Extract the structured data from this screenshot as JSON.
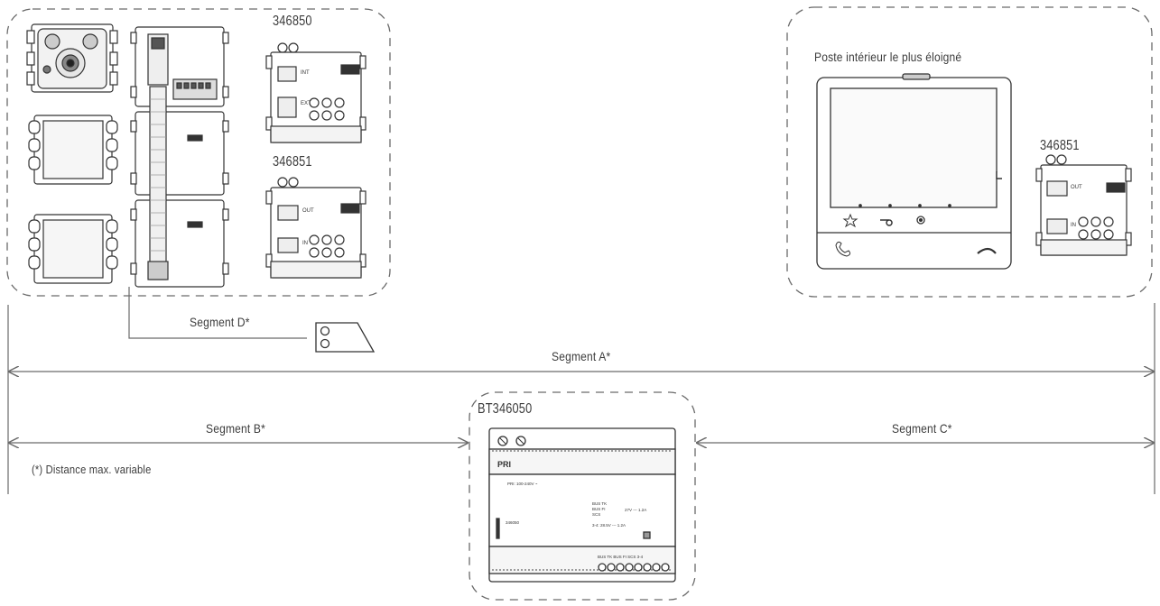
{
  "diagram": {
    "products": {
      "outdoor_interface_code": "346850",
      "outdoor_extender_code": "346851",
      "indoor_extender_code": "346851",
      "power_supply_code": "BT346050"
    },
    "indoor_station_caption": "Poste intérieur le plus éloigné",
    "segments": {
      "a": "Segment A*",
      "b": "Segment B*",
      "c": "Segment C*",
      "d": "Segment D*"
    },
    "footnote": "(*) Distance max. variable",
    "module_texts": {
      "int": "INT",
      "ext": "EXT",
      "out": "OUT",
      "in": "IN",
      "psu_pri": "PRI",
      "psu_rating": "PRI: 100-240V ~",
      "psu_bus": "BUS TK",
      "psu_fi": "BUS FI",
      "psu_scs": "SCS",
      "psu_out1": "27V --- 1.2A",
      "psu_out2": "3-4: 28.5V --- 1.2A",
      "psu_model": "346050",
      "psu_terminals": "BUS TK  BUS FI  SCS  3-4"
    },
    "colors": {
      "line": "#6a6a6a",
      "device": "#333333",
      "text": "#3c3c3c"
    }
  }
}
